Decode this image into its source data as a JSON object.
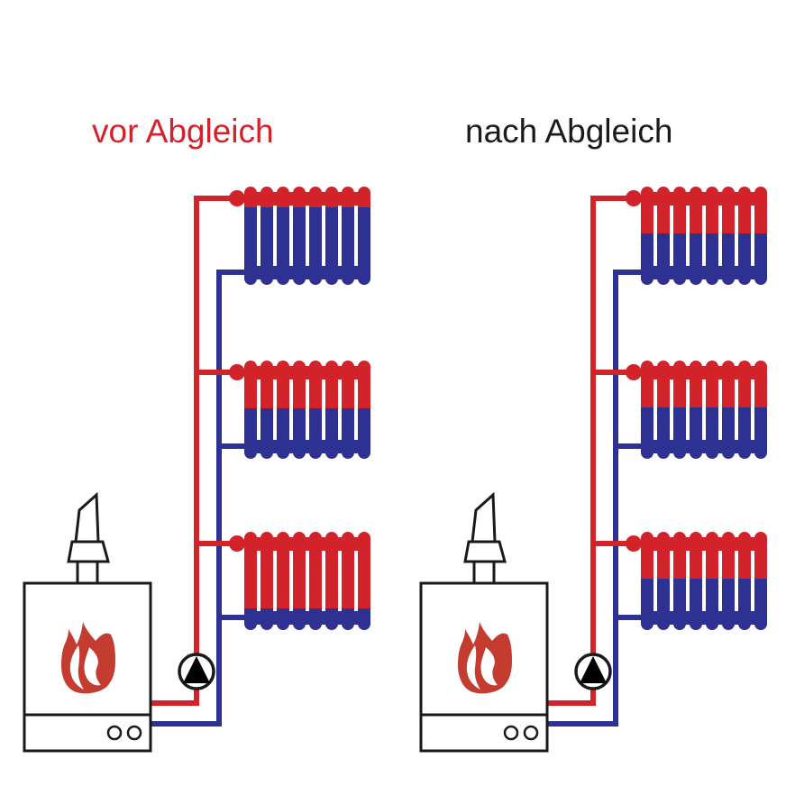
{
  "background": "#ffffff",
  "colors": {
    "hot": "#d2232a",
    "cold": "#2e3192",
    "outline": "#1a1a1a",
    "flame": "#c43b30",
    "pump_fill": "#ffffff",
    "pump_triangle": "#000000"
  },
  "icons": {
    "boiler": "boiler-flame-icon",
    "pump": "pump-triangle-icon",
    "valve": "valve-dot",
    "chimney": "chimney-icon"
  },
  "diagrams": [
    {
      "id": "before",
      "title": "vor Abgleich",
      "title_color": "#d2232a",
      "radiators": [
        {
          "position": "top",
          "hot_fraction": 0.21
        },
        {
          "position": "middle",
          "hot_fraction": 0.49
        },
        {
          "position": "bottom",
          "hot_fraction": 0.78
        }
      ]
    },
    {
      "id": "after",
      "title": "nach Abgleich",
      "title_color": "#1a1a1a",
      "radiators": [
        {
          "position": "top",
          "hot_fraction": 0.48
        },
        {
          "position": "middle",
          "hot_fraction": 0.48
        },
        {
          "position": "bottom",
          "hot_fraction": 0.48
        }
      ]
    }
  ]
}
